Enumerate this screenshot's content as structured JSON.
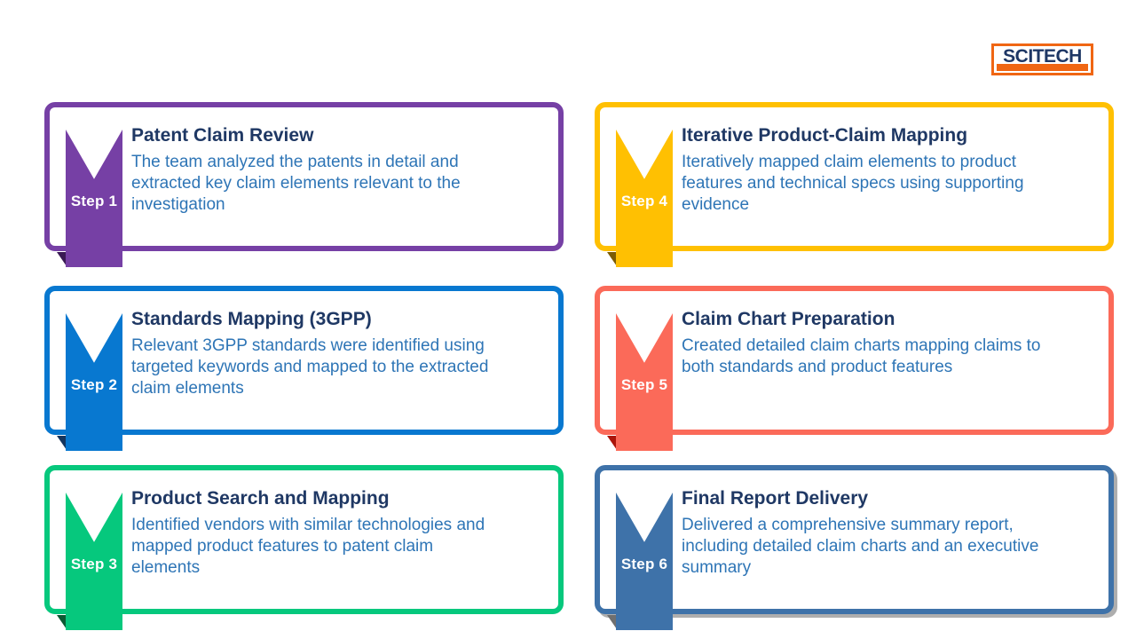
{
  "page": {
    "background_color": "#ffffff",
    "title_text_color": "#1F3864",
    "body_text_color": "#2E75B6"
  },
  "logo": {
    "text": "SCITECH",
    "border_color": "#F06613",
    "bar_color": "#F06613",
    "text_color": "#1E3765"
  },
  "steps": [
    {
      "step_label": "Step 1",
      "title": "Patent Claim Review",
      "description": "The team analyzed the patents in detail and\nextracted key claim elements relevant to the\ninvestigation",
      "accent_color": "#7640A5",
      "fold_color": "#3A1A54"
    },
    {
      "step_label": "Step 2",
      "title": "Standards Mapping (3GPP)",
      "description": "Relevant 3GPP standards were identified using\ntargeted keywords and mapped to the extracted\nclaim elements",
      "accent_color": "#0878D0",
      "fold_color": "#14355F"
    },
    {
      "step_label": "Step 3",
      "title": "Product Search and Mapping",
      "description": "Identified vendors with similar technologies and\nmapped product features to patent claim\nelements",
      "accent_color": "#06C87D",
      "fold_color": "#0C5A33"
    },
    {
      "step_label": "Step 4",
      "title": "Iterative Product-Claim Mapping",
      "description": "Iteratively mapped claim elements to product\nfeatures and technical specs using supporting\nevidence",
      "accent_color": "#FFC002",
      "fold_color": "#7C5C04"
    },
    {
      "step_label": "Step 5",
      "title": "Claim Chart Preparation",
      "description": "Created detailed claim charts mapping claims to\nboth standards and product features",
      "accent_color": "#FB6A59",
      "fold_color": "#AB150A"
    },
    {
      "step_label": "Step 6",
      "title": "Final Report Delivery",
      "description": "Delivered a comprehensive summary report,\nincluding detailed claim charts and an executive\nsummary",
      "accent_color": "#3E72A9",
      "fold_color": "#6F6F6F"
    }
  ]
}
